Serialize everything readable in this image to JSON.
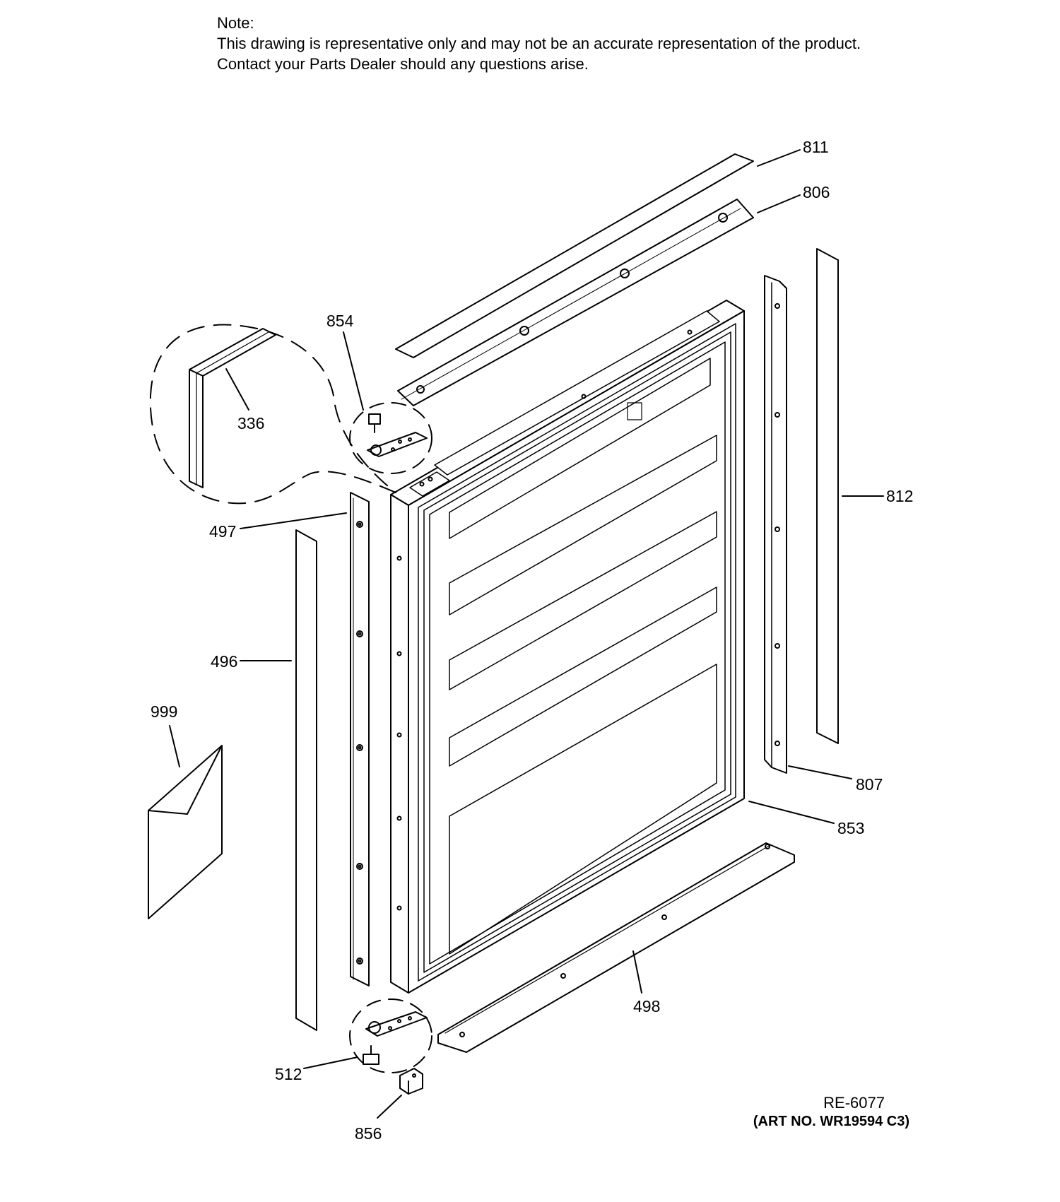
{
  "note": {
    "heading": "Note:",
    "line1": "This drawing is representative only and may not be an accurate representation of the product.",
    "line2": "Contact your Parts Dealer should any questions arise."
  },
  "callouts": {
    "p811": "811",
    "p806": "806",
    "p854": "854",
    "p336": "336",
    "p812": "812",
    "p497": "497",
    "p496": "496",
    "p999": "999",
    "p807": "807",
    "p853": "853",
    "p498": "498",
    "p512": "512",
    "p856": "856"
  },
  "reference": {
    "code": "RE-6077",
    "art_no": "(ART NO. WR19594 C3)"
  },
  "colors": {
    "line": "#000000",
    "background": "#ffffff"
  }
}
